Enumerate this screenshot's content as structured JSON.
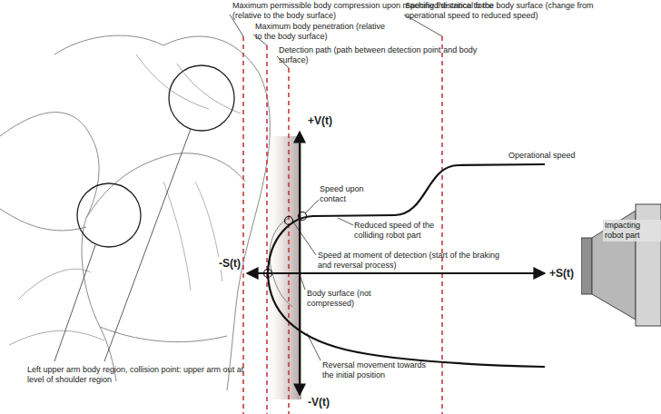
{
  "diagram": {
    "nodes": [
      {
        "text": [
          "Impacting robot part"
        ]
      }
    ],
    "labels": [
      "Maximum permissible body compression upon reaching the critical force (relative to the body surface)",
      "Maximum body penetration (relative to the body surface)",
      "Detection path (path between detection point and body surface)",
      "Specified distance to the body surface (change from operational speed to reduced speed)",
      "Operational speed",
      "+V(t)",
      "Speed upon contact",
      "Reduced speed of the colliding robot part",
      "Speed at moment of detection (start of the braking and reversal process)",
      "-S(t)",
      "+S(t)",
      "Body surface (not compressed)",
      "Reversal movement towards the initial position",
      "Left upper arm body region, collision point: upper arm out at level of shoulder region",
      "-V(t)"
    ]
  }
}
